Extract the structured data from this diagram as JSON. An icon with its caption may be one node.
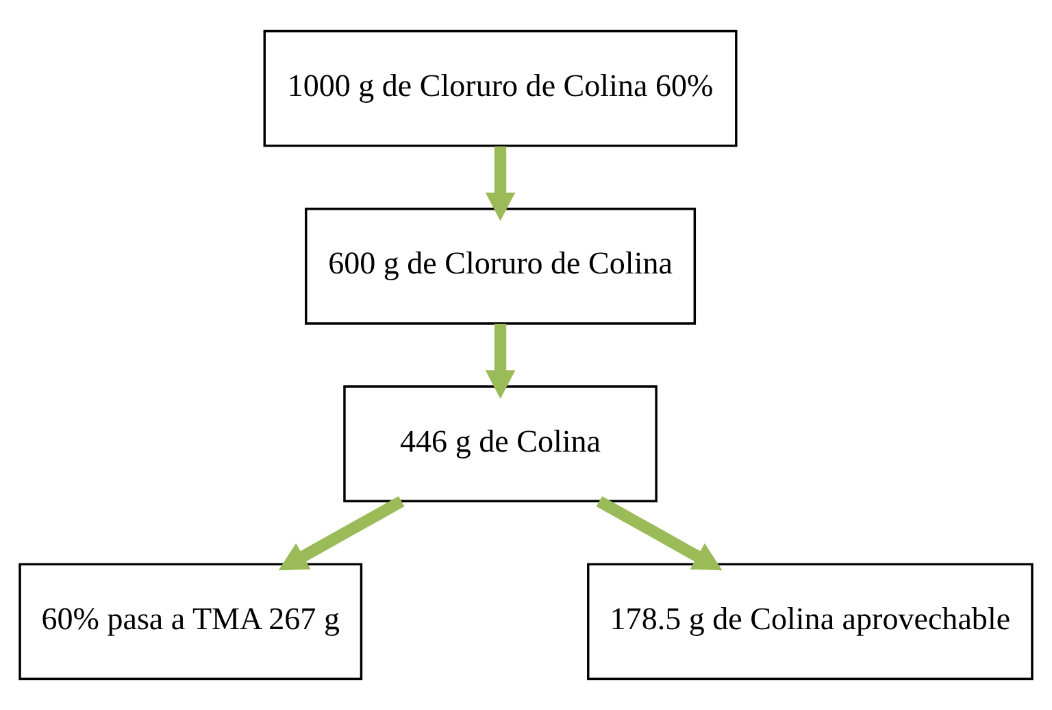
{
  "diagram": {
    "nodes": [
      {
        "text": [
          "1000 g de Cloruro de Colina 60%"
        ]
      },
      {
        "text": [
          "600 g de Cloruro de Colina"
        ]
      },
      {
        "text": [
          "446 g de Colina"
        ]
      },
      {
        "text": [
          "60% pasa a TMA 267 g"
        ]
      },
      {
        "text": [
          "178.5 g de Colina aprovechable"
        ]
      }
    ],
    "edges": [
      {
        "from": 0,
        "to": 1,
        "arrow": "to"
      },
      {
        "from": 1,
        "to": 2,
        "arrow": "to"
      },
      {
        "from": 2,
        "to": 3,
        "arrow": "to"
      },
      {
        "from": 2,
        "to": 4,
        "arrow": "to"
      }
    ]
  }
}
